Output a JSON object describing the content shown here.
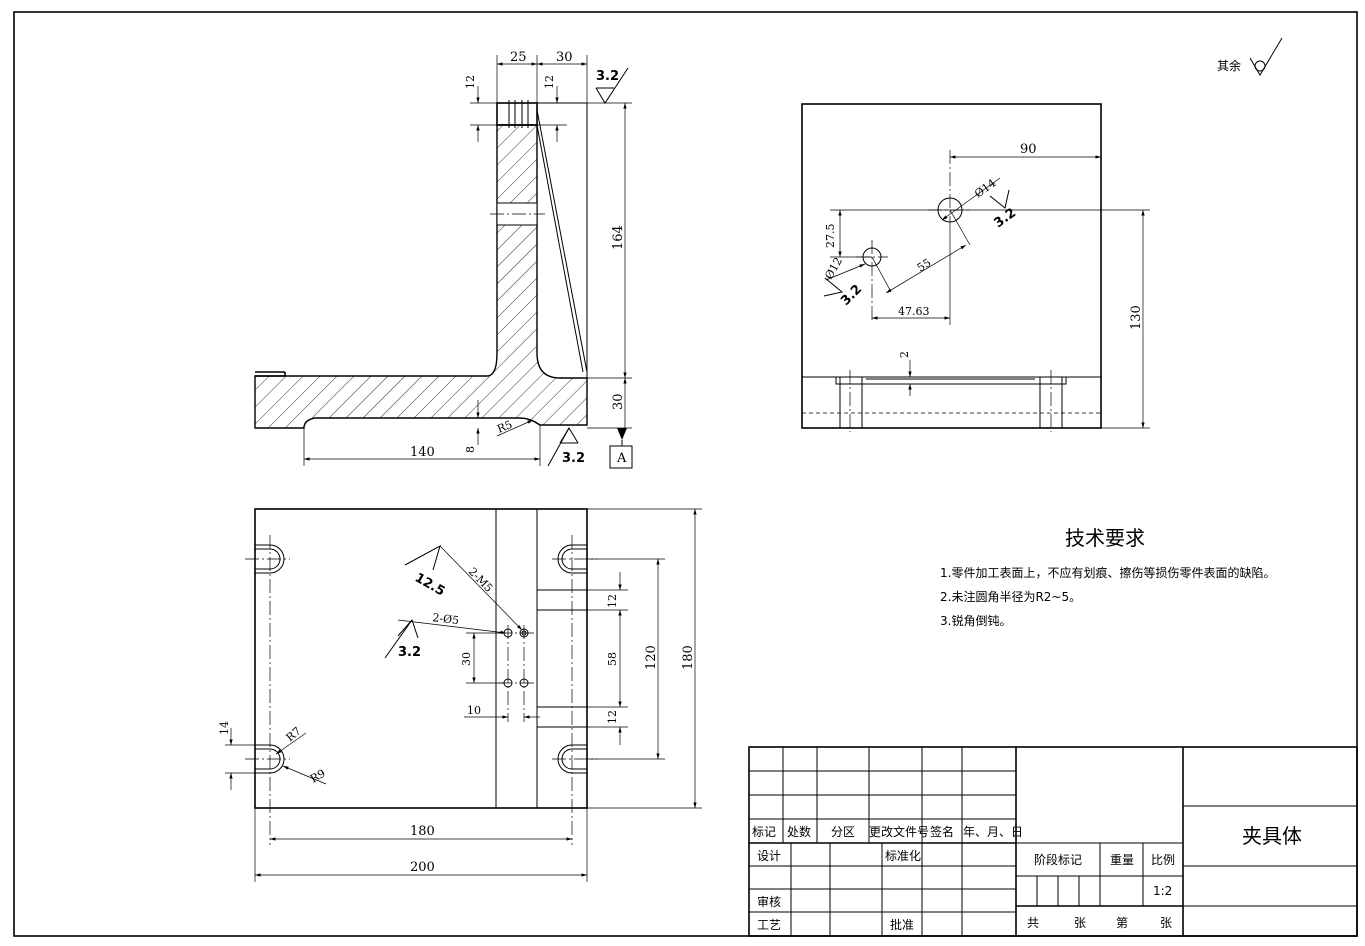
{
  "general_roughness": {
    "label": "其余"
  },
  "front_view": {
    "dims": {
      "w25": "25",
      "w30": "30",
      "h12a": "12",
      "h12b": "12",
      "h164": "164",
      "h30": "30",
      "h8": "8",
      "r5": "R5",
      "w140": "140"
    },
    "roughness_top": "3.2",
    "roughness_bottom": "3.2",
    "datum": "A"
  },
  "side_view": {
    "dims": {
      "w90": "90",
      "d14": "Ø14",
      "d12": "Ø12",
      "h27_5": "27.5",
      "l55": "55",
      "w47_63": "47.63",
      "h2": "2",
      "h130": "130"
    },
    "roughness_a": "3.2",
    "roughness_b": "3.2"
  },
  "top_view": {
    "dims": {
      "m5": "2-M5",
      "ra12_5": "12.5",
      "d05": "2-Ø5",
      "ra3_2": "3.2",
      "h30": "30",
      "w10": "10",
      "h14": "14",
      "r7": "R7",
      "r9": "R9",
      "h12a": "12",
      "h58": "58",
      "h12b": "12",
      "h120": "120",
      "h180": "180",
      "w180": "180",
      "w200": "200"
    }
  },
  "tech_requirements": {
    "title": "技术要求",
    "items": [
      "1.零件加工表面上，不应有划痕、擦伤等损伤零件表面的缺陷。",
      "2.未注圆角半径为R2~5。",
      "3.锐角倒钝。"
    ]
  },
  "title_block": {
    "row_headers": [
      "标记",
      "处数",
      "分区",
      "更改文件号",
      "签名",
      "年、月、日"
    ],
    "design": "设计",
    "standardize": "标准化",
    "review": "审核",
    "process": "工艺",
    "approve": "批准",
    "stage_mark": "阶段标记",
    "weight": "重量",
    "scale_label": "比例",
    "scale_value": "1:2",
    "total": "共",
    "sheets": "张",
    "sheet_no": "第",
    "sheets2": "张",
    "part_name": "夹具体"
  }
}
